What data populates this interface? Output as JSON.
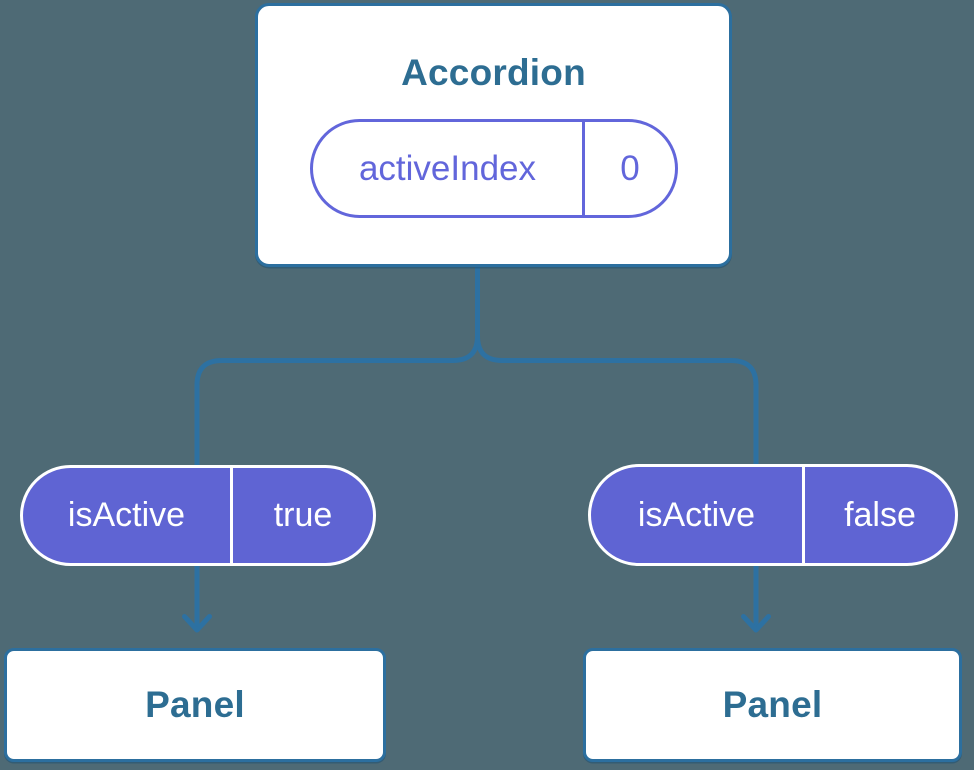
{
  "colors": {
    "background": "#4e6a75",
    "border-blue": "#2c6f9f",
    "text-blue": "#2d6d92",
    "connector-blue": "#2d71a2",
    "pill-purple": "#5f64d3",
    "pill-outline-purple": "#6266db",
    "white": "#ffffff"
  },
  "diagram": {
    "root": {
      "title": "Accordion",
      "prop": {
        "name": "activeIndex",
        "value": "0"
      }
    },
    "branches": [
      {
        "prop": {
          "name": "isActive",
          "value": "true"
        },
        "child": {
          "title": "Panel"
        }
      },
      {
        "prop": {
          "name": "isActive",
          "value": "false"
        },
        "child": {
          "title": "Panel"
        }
      }
    ]
  }
}
